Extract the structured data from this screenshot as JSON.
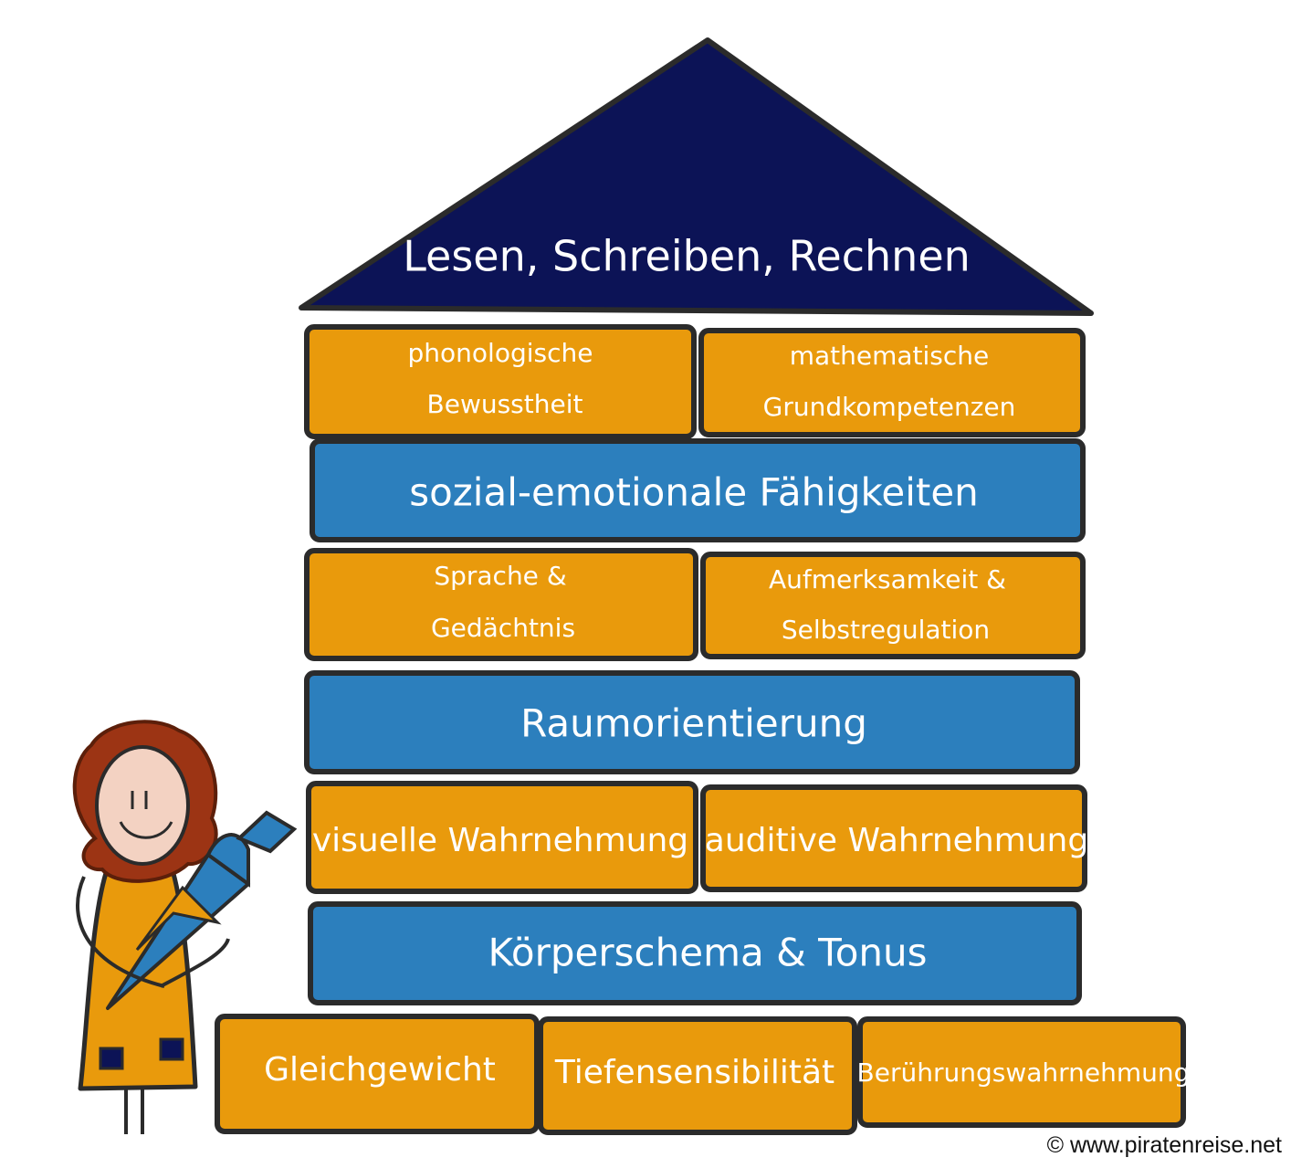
{
  "colors": {
    "roof": "#0c1356",
    "orange": "#e99a0c",
    "blue": "#2c7fbd",
    "outline": "#2b2b2b",
    "hair": "#9c3414",
    "skin": "#f3d2c2"
  },
  "roof": {
    "label": "Lesen, Schreiben, Rechnen"
  },
  "rows": {
    "r1": {
      "left": [
        "phonologische",
        "Bewusstheit"
      ],
      "right": [
        "mathematische",
        "Grundkompetenzen"
      ]
    },
    "r2": {
      "label": "sozial-emotionale Fähigkeiten"
    },
    "r3": {
      "left": [
        "Sprache &",
        "Gedächtnis"
      ],
      "right": [
        "Aufmerksamkeit &",
        "Selbstregulation"
      ]
    },
    "r4": {
      "label": "Raumorientierung"
    },
    "r5": {
      "left": "visuelle Wahrnehmung",
      "right": "auditive Wahrnehmung"
    },
    "r6": {
      "label": "Körperschema & Tonus"
    },
    "r7": {
      "left": "Gleichgewicht",
      "middle": "Tiefensensibilität",
      "right": "Berührungswahrnehmung"
    }
  },
  "copyright": "© www.piratenreise.net",
  "icons": {
    "child": "girl-with-school-cone-icon"
  }
}
